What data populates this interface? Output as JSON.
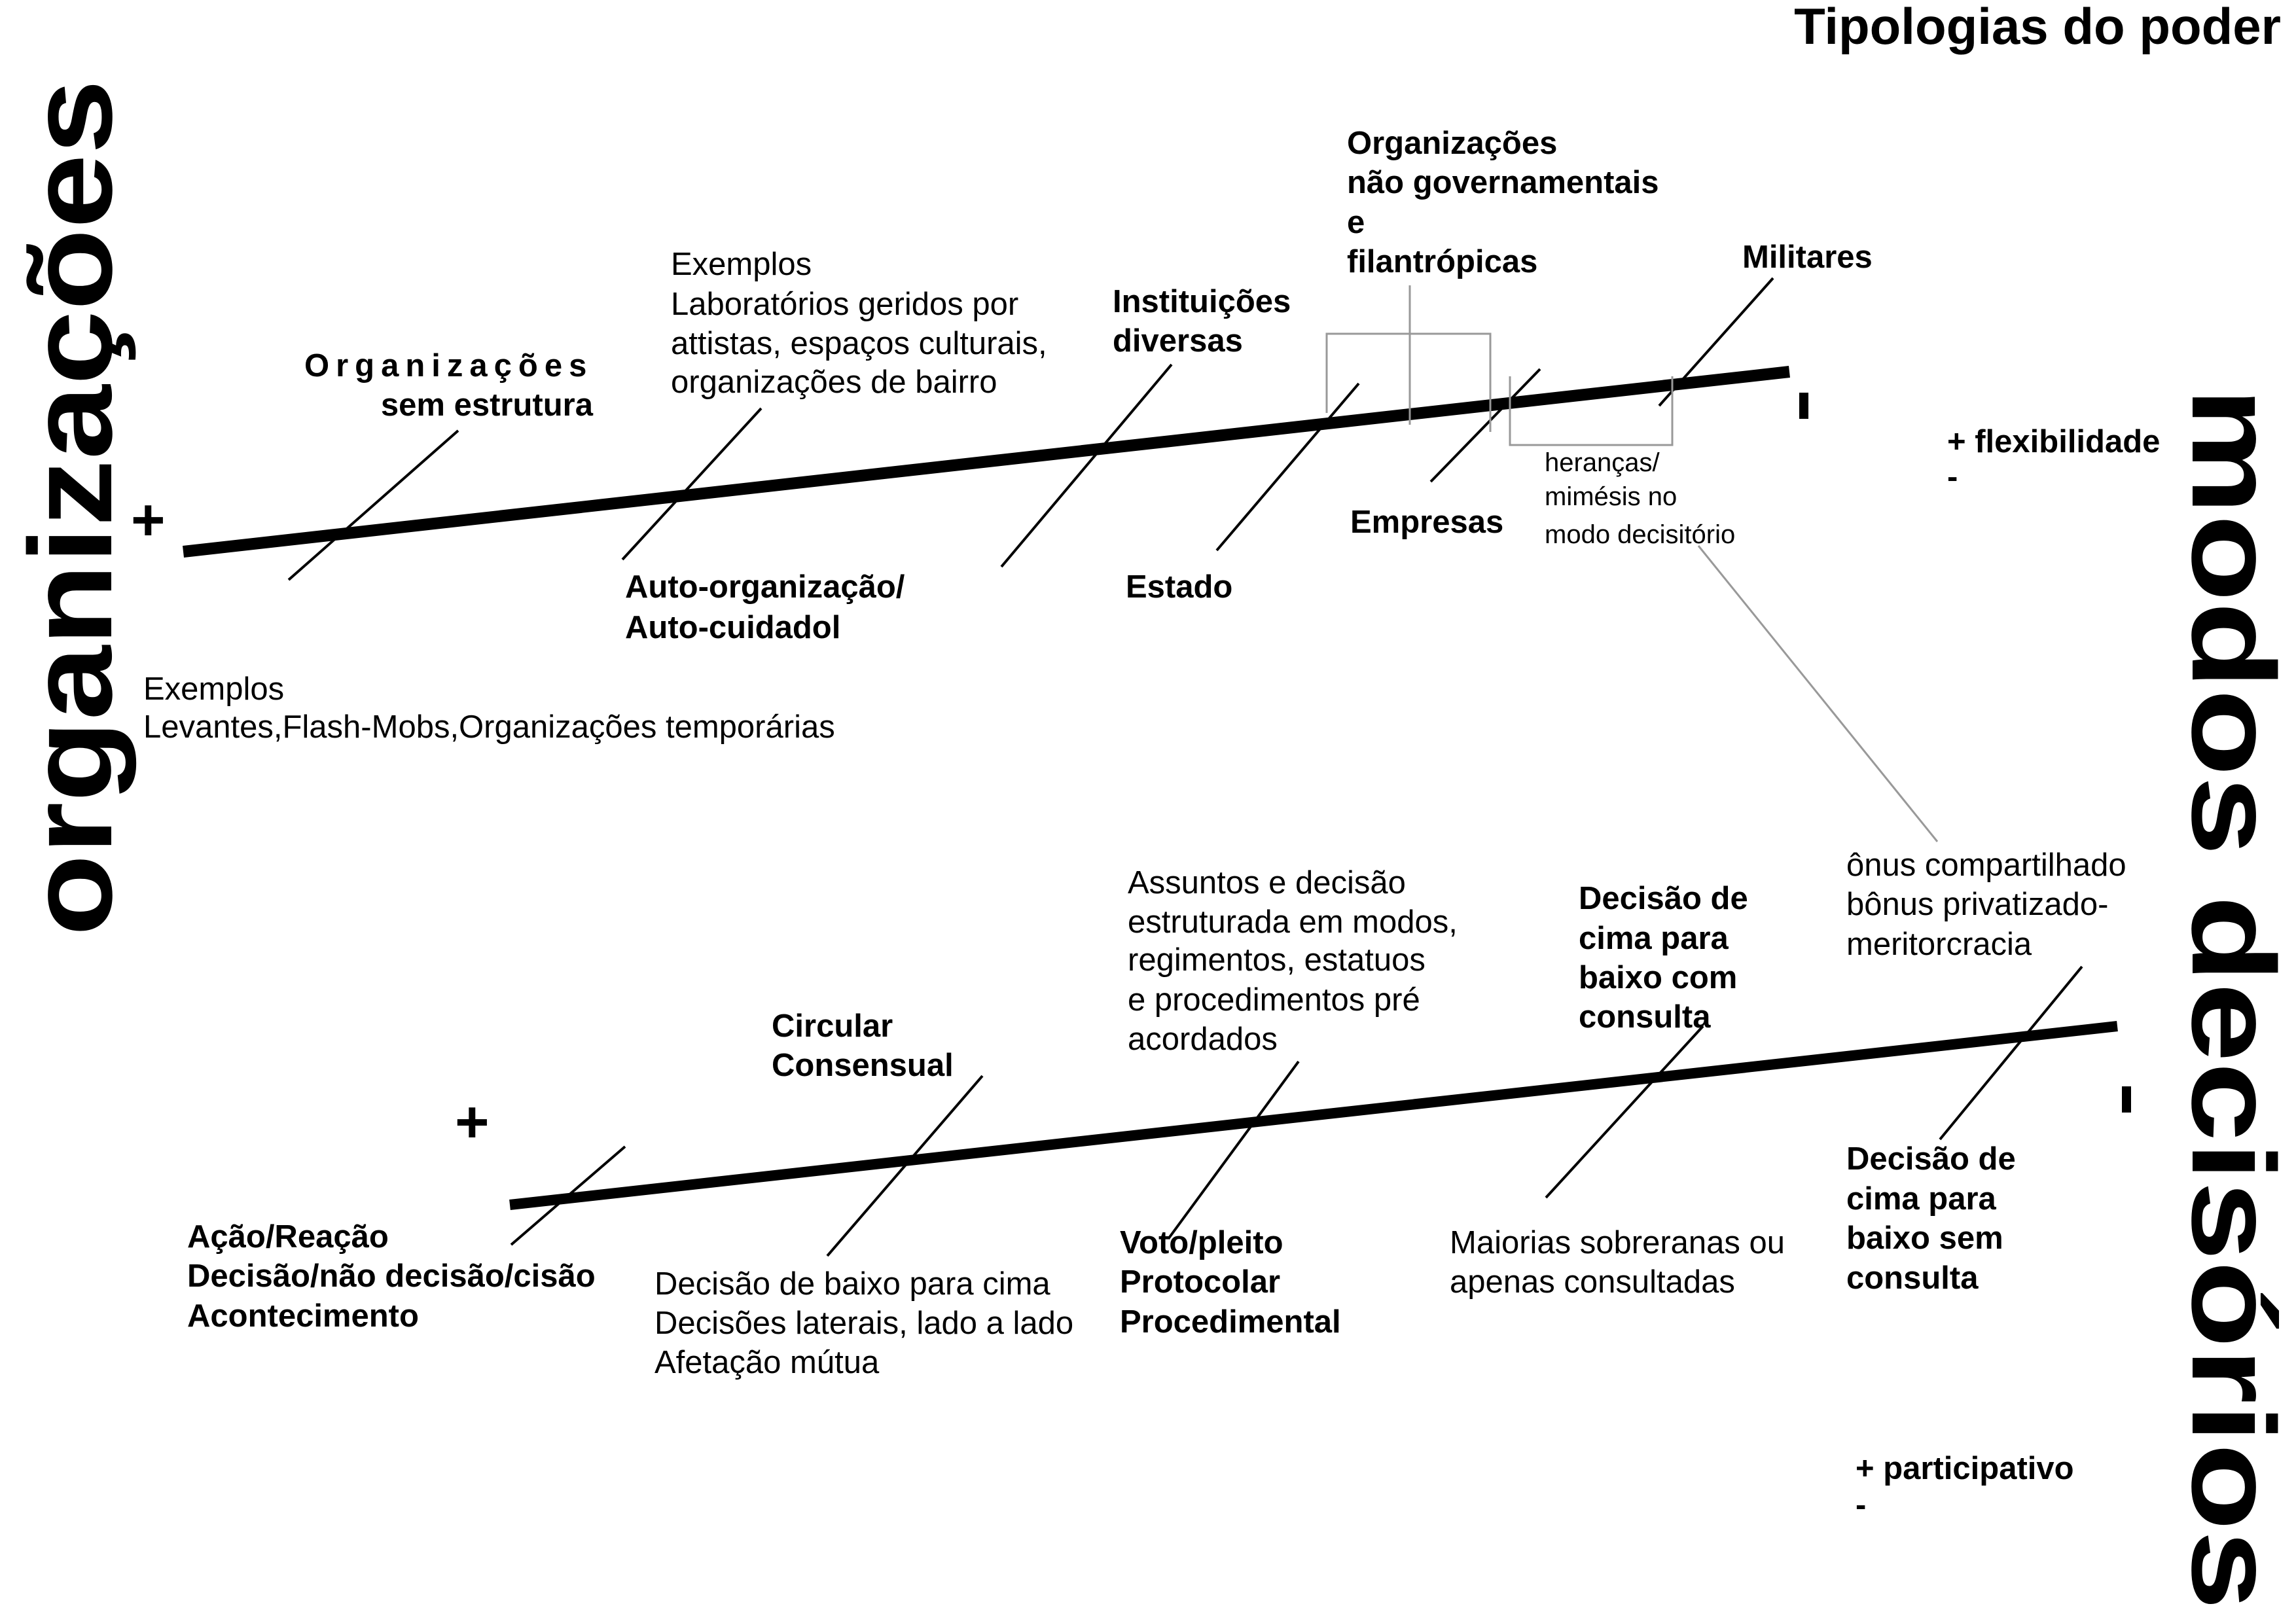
{
  "title": "Tipologias do poder",
  "axes": {
    "organizacoes": "organizações",
    "modos": "modos decisórios",
    "plus": "+"
  },
  "top": {
    "org_sem_estrutura": [
      "Organizações",
      "sem estrutura"
    ],
    "exemplos_lab": [
      "Exemplos",
      "Laboratórios geridos por",
      "attistas, espaços culturais,",
      "organizações de bairro"
    ],
    "instituicoes": [
      "Instituições",
      "diversas"
    ],
    "ong": [
      "Organizações",
      "não governamentais",
      "e",
      "filantrópicas"
    ],
    "militares": "Militares",
    "flexibilidade": [
      "+ flexibilidade",
      "-"
    ],
    "empresas": "Empresas",
    "herancas": [
      "heranças/",
      "mimésis no",
      "modo decisitório"
    ],
    "auto": [
      "Auto-organização/",
      "Auto-cuidadol"
    ],
    "estado": "Estado",
    "exemplos_levantes": [
      "Exemplos",
      "Levantes,Flash-Mobs,Organizações temporárias"
    ]
  },
  "bottom": {
    "assuntos": [
      "Assuntos e decisão",
      "estruturada em modos,",
      "regimentos, estatuos",
      "e procedimentos pré",
      "acordados"
    ],
    "cima_com": [
      "Decisão de",
      "cima para",
      "baixo com",
      "consulta"
    ],
    "onus": [
      "ônus compartilhado",
      "bônus privatizado-",
      "meritorcracia"
    ],
    "circular": [
      "Circular",
      "Consensual"
    ],
    "acao": [
      "Ação/Reação",
      "Decisão/não decisão/cisão",
      "Acontecimento"
    ],
    "baixo": [
      "Decisão de baixo para cima",
      "Decisões laterais, lado a lado",
      "Afetação mútua"
    ],
    "voto": [
      "Voto/pleito",
      "Protocolar",
      "Procedimental"
    ],
    "maiorias": [
      "Maiorias sobreranas ou",
      "apenas consultadas"
    ],
    "cima_sem": [
      "Decisão de",
      "cima para",
      "baixo sem",
      "consulta"
    ],
    "participativo": [
      "+ participativo",
      "-"
    ]
  }
}
